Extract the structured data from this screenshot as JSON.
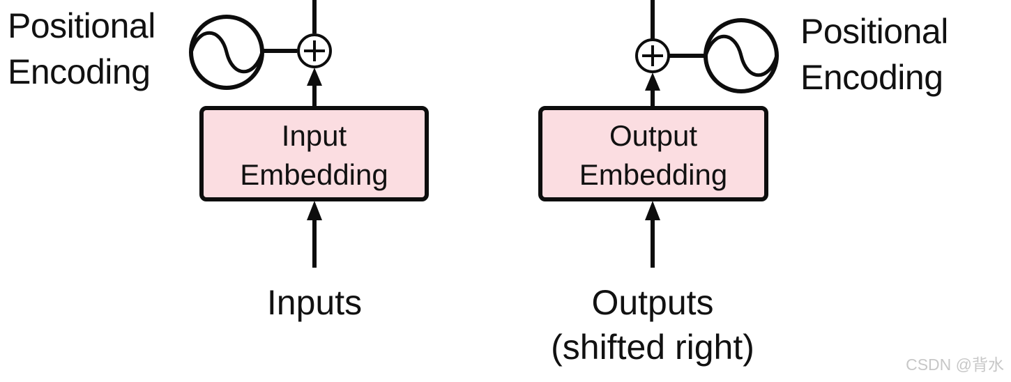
{
  "left": {
    "pe_line1": "Positional",
    "pe_line2": "Encoding",
    "box_line1": "Input",
    "box_line2": "Embedding",
    "io_label": "Inputs"
  },
  "right": {
    "pe_line1": "Positional",
    "pe_line2": "Encoding",
    "box_line1": "Output",
    "box_line2": "Embedding",
    "io_line1": "Outputs",
    "io_line2": "(shifted right)"
  },
  "watermark": "CSDN @背水",
  "colors": {
    "box_fill": "#fbdde1",
    "stroke": "#0d0d0d"
  }
}
